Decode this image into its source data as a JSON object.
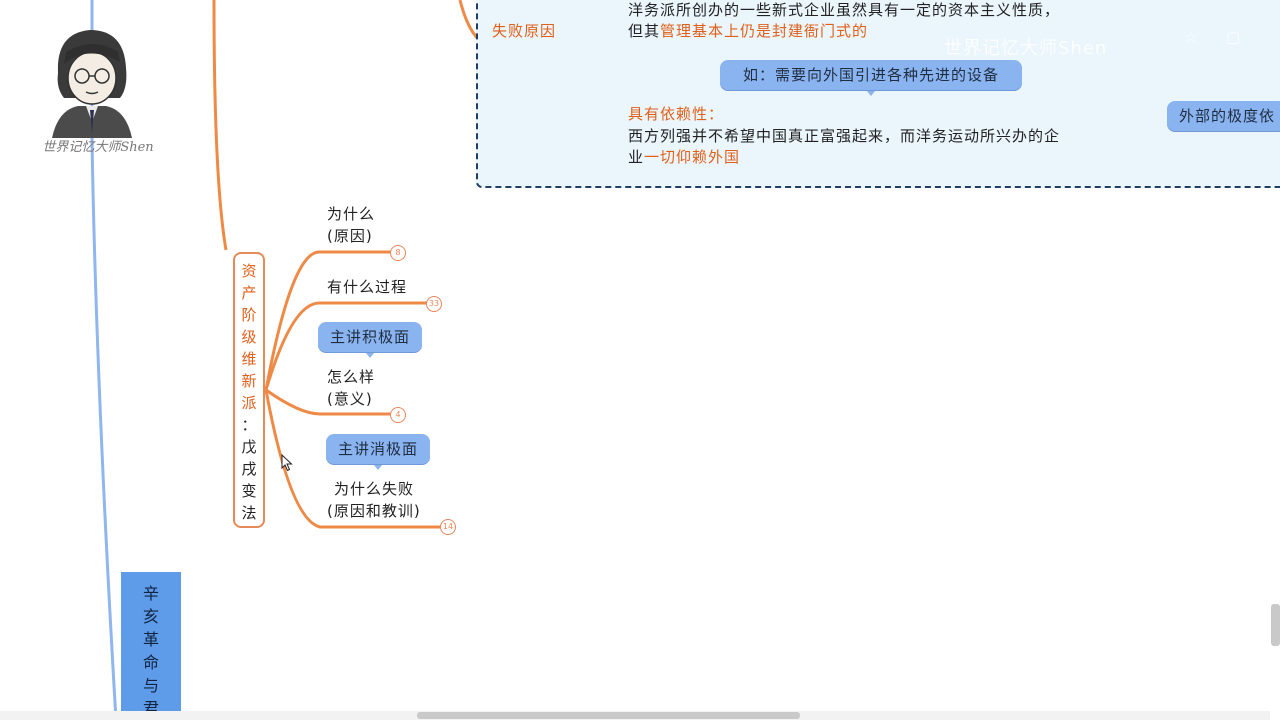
{
  "author": {
    "caption": "世界记忆大师Shen"
  },
  "panel": {
    "failure_label": "失败原因",
    "line1": "洋务派所创办的一些新式企业虽然具有一定的资本主义性质，",
    "line2_prefix": "但其",
    "line2_highlight": "管理基本上仍是封建衙门式的",
    "example_pill": "如：需要向外国引进各种先进的设备",
    "dependency_title": "具有依赖性：",
    "dependency_line1": "西方列强并不希望中国真正富强起来，而洋务运动所兴办的企",
    "dependency_line2_prefix": "业",
    "dependency_line2_highlight": "一切仰赖外国",
    "external_pill": "外部的极度依"
  },
  "reform_node": {
    "label_top": [
      "资",
      "产",
      "阶",
      "级",
      "维",
      "新",
      "派"
    ],
    "colon": "：",
    "label_bottom": [
      "戊",
      "戌",
      "变",
      "法"
    ]
  },
  "branches": {
    "why_line1": "为什么",
    "why_line2": "(原因)",
    "why_badge": "8",
    "process": "有什么过程",
    "process_badge": "33",
    "positive_pill": "主讲积极面",
    "how_line1": "怎么样",
    "how_line2": "(意义)",
    "how_badge": "4",
    "negative_pill": "主讲消极面",
    "fail_line1": "为什么失败",
    "fail_line2": "(原因和教训)",
    "fail_badge": "14"
  },
  "sidebar_node": {
    "chars": [
      "辛",
      "亥",
      "革",
      "命",
      "与",
      "君"
    ]
  },
  "watermark": {
    "text": "世界记忆大师Shen"
  },
  "colors": {
    "orange_line": "#ee8a45",
    "blue_line": "#8fb6ee",
    "panel_bg": "#eaf5fc",
    "panel_border": "#1f3e67",
    "pill": "#8ab4f0"
  }
}
